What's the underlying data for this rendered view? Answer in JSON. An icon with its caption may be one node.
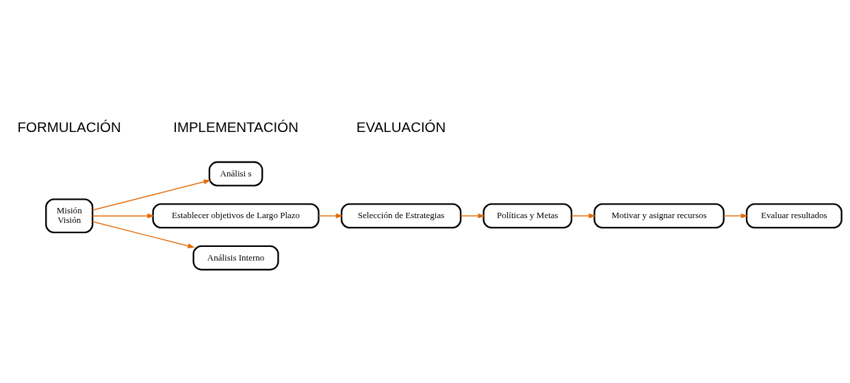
{
  "diagram": {
    "nodes": [
      {
        "text": [
          "Análisi s"
        ]
      },
      {
        "text": [
          "Misión",
          "Visión"
        ]
      },
      {
        "text": [
          "Establecer objetivos de Largo Plazo"
        ]
      },
      {
        "text": [
          "Selección de Estrategias"
        ]
      },
      {
        "text": [
          "Políticas y Metas"
        ]
      },
      {
        "text": [
          "Motivar y asignar recursos"
        ]
      },
      {
        "text": [
          "Evaluar resultados"
        ]
      },
      {
        "text": [
          "Análisis Interno"
        ]
      }
    ],
    "edges": [
      {
        "from": 1,
        "to": 0,
        "arrow": "to"
      },
      {
        "from": 1,
        "to": 7,
        "arrow": "to"
      },
      {
        "from": 1,
        "to": 2,
        "arrow": "to"
      },
      {
        "from": 2,
        "to": 3,
        "arrow": "to"
      },
      {
        "from": 3,
        "to": 4,
        "arrow": "to"
      },
      {
        "from": 4,
        "to": 5,
        "arrow": "to"
      },
      {
        "from": 5,
        "to": 6,
        "arrow": "to"
      }
    ],
    "labels": [
      "FORMULACIÓN",
      "IMPLEMENTACIÓN",
      "EVALUACIÓN"
    ]
  }
}
